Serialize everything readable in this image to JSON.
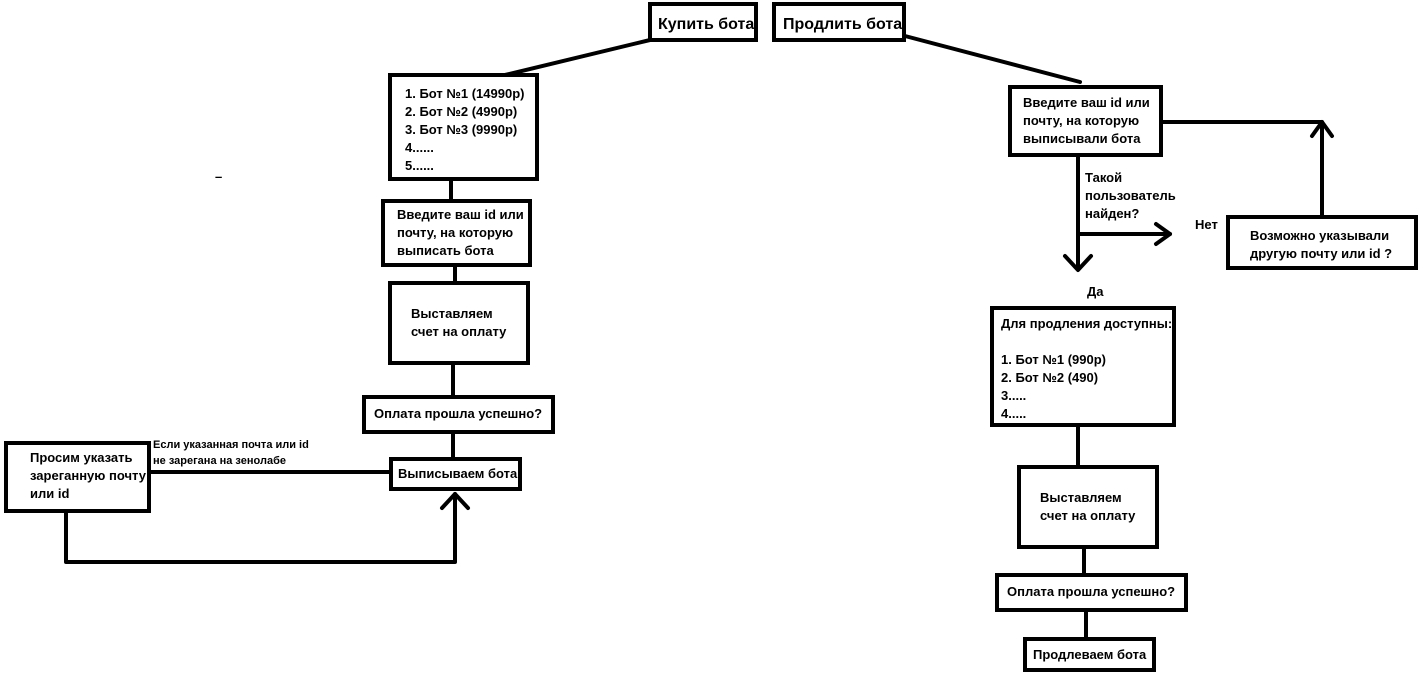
{
  "buy": {
    "title": "Купить бота",
    "bots_list": [
      "1. Бот №1 (14990р)",
      "2. Бот №2 (4990р)",
      "3. Бот №3 (9990р)",
      "4......",
      "5......"
    ],
    "enter_id": [
      "Введите ваш id или",
      "почту, на которую",
      "выписать  бота"
    ],
    "invoice": [
      "Выставляем",
      "счет на оплату"
    ],
    "payment_ok": "Оплата прошла успешно?",
    "issue_bot": "Выписываем бота",
    "ask_registered": [
      "Просим указать",
      "зареганную почту",
      "или id"
    ],
    "not_registered_note": [
      "Если указанная почта или id",
      "не зарегана на зенолабе"
    ]
  },
  "renew": {
    "title": "Продлить бота",
    "enter_id": [
      "Введите ваш id или",
      "почту, на которую",
      "выписывали бота"
    ],
    "user_found": [
      "Такой",
      "пользователь",
      "найден?"
    ],
    "no_label": "Нет",
    "yes_label": "Да",
    "maybe_other": [
      "Возможно указывали",
      "другую почту или id ?"
    ],
    "renew_list": [
      "Для продления доступны:",
      "",
      "1. Бот №1 (990р)",
      "2. Бот №2 (490)",
      "3.....",
      "4....."
    ],
    "invoice": [
      "Выставляем",
      "счет на оплату"
    ],
    "payment_ok": "Оплата прошла успешно?",
    "extend_bot": "Продлеваем бота"
  },
  "stray_mark": "–"
}
